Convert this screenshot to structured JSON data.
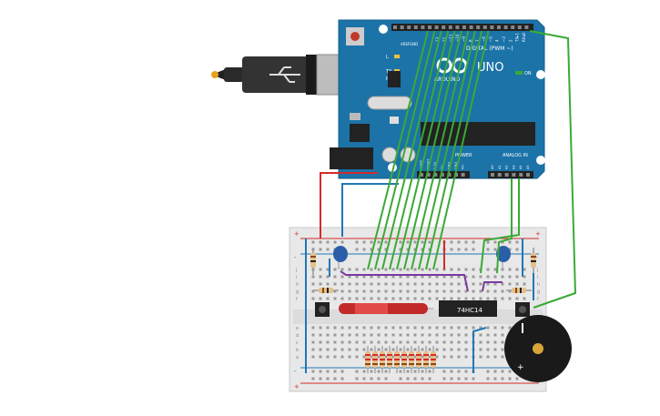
{
  "arduino": {
    "brand": "ARDUINO",
    "model": "UNO",
    "digital_label": "DIGITAL (PWM ~)",
    "analog_label": "ANALOG IN",
    "power_label": "POWER",
    "on_label": "ON",
    "tx_label": "TX",
    "rx_label": "RX",
    "l_label": "L",
    "aref_label": "AREF",
    "gnd_label": "GND",
    "digital_pins": [
      "13",
      "12",
      "~11",
      "~10",
      "~9",
      "8",
      "7",
      "~6",
      "~5",
      "4",
      "~3",
      "2",
      "TX▸1",
      "RX◂0"
    ],
    "power_pins": [
      "IOREF",
      "RESET",
      "3.3V",
      "5V",
      "GND",
      "GND",
      "Vin"
    ],
    "analog_pins": [
      "A0",
      "A1",
      "A2",
      "A3",
      "A4",
      "A5"
    ]
  },
  "chip": {
    "label": "74HC14"
  },
  "breadboard": {
    "row_letters_top": [
      "j",
      "i",
      "h",
      "g",
      "f"
    ],
    "row_letters_bottom": [
      "e",
      "d",
      "c",
      "b",
      "a"
    ],
    "rail_plus": "+",
    "rail_minus": "-"
  },
  "buzzer": {
    "plus_label": "+"
  },
  "colors": {
    "board_blue": "#1b73a8",
    "wire_green": "#3aaa35",
    "wire_red": "#d42a2a",
    "wire_blue": "#1f78b4",
    "wire_purple": "#7a3aa0",
    "breadboard": "#e8e8e8"
  }
}
